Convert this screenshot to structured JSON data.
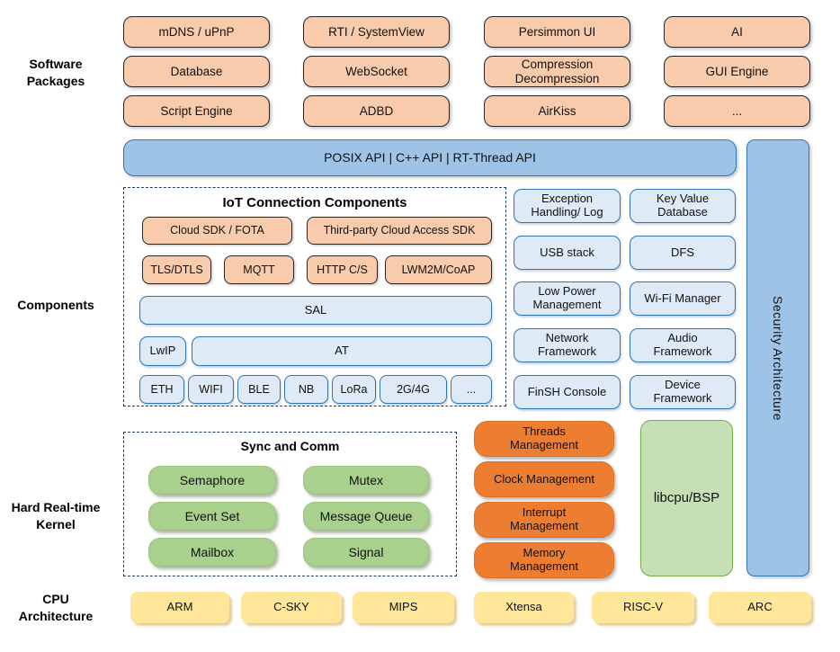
{
  "colors": {
    "peach_fill": "#F8CBAD",
    "blue_bar_fill": "#9DC3E6",
    "light_blue_fill": "#DEEAF6",
    "blue_border": "#2E75B6",
    "green_fill": "#A9D18E",
    "libcpu_fill": "#C5E0B4",
    "libcpu_border": "#70AD47",
    "orange_fill": "#ED7D31",
    "yellow_fill": "#FFE699",
    "dashed_border": "#1F3864",
    "text": "#111111"
  },
  "sidebar": {
    "software": "Software\nPackages",
    "components": "Components",
    "kernel": "Hard Real-time\nKernel",
    "cpu": "CPU\nArchitecture"
  },
  "software": {
    "items": [
      "mDNS / uPnP",
      "RTI / SystemView",
      "Persimmon UI",
      "AI",
      "Database",
      "WebSocket",
      "Compression\nDecompression",
      "GUI Engine",
      "Script Engine",
      "ADBD",
      "AirKiss",
      "..."
    ]
  },
  "api_bar": {
    "label": "POSIX API | C++ API | RT-Thread API"
  },
  "security": {
    "label": "Security Architecture"
  },
  "iot": {
    "title": "IoT Connection Components",
    "cloud_sdk": "Cloud SDK / FOTA",
    "third_party": "Third-party Cloud Access SDK",
    "protocols": [
      "TLS/DTLS",
      "MQTT",
      "HTTP C/S",
      "LWM2M/CoAP"
    ],
    "sal": "SAL",
    "lwip": "LwIP",
    "at": "AT",
    "links": [
      "ETH",
      "WIFI",
      "BLE",
      "NB",
      "LoRa",
      "2G/4G",
      "..."
    ]
  },
  "services": {
    "items": [
      "Exception\nHandling/ Log",
      "Key Value\nDatabase",
      "USB stack",
      "DFS",
      "Low Power\nManagement",
      "Wi-Fi Manager",
      "Network\nFramework",
      "Audio\nFramework",
      "FinSH Console",
      "Device\nFramework"
    ]
  },
  "sync": {
    "title": "Sync and Comm",
    "items": [
      "Semaphore",
      "Mutex",
      "Event Set",
      "Message Queue",
      "Mailbox",
      "Signal"
    ]
  },
  "management": {
    "items": [
      "Threads\nManagement",
      "Clock Management",
      "Interrupt\nManagement",
      "Memory\nManagement"
    ]
  },
  "libcpu": {
    "label": "libcpu/BSP"
  },
  "cpu": {
    "items": [
      "ARM",
      "C-SKY",
      "MIPS",
      "Xtensa",
      "RISC-V",
      "ARC"
    ]
  }
}
